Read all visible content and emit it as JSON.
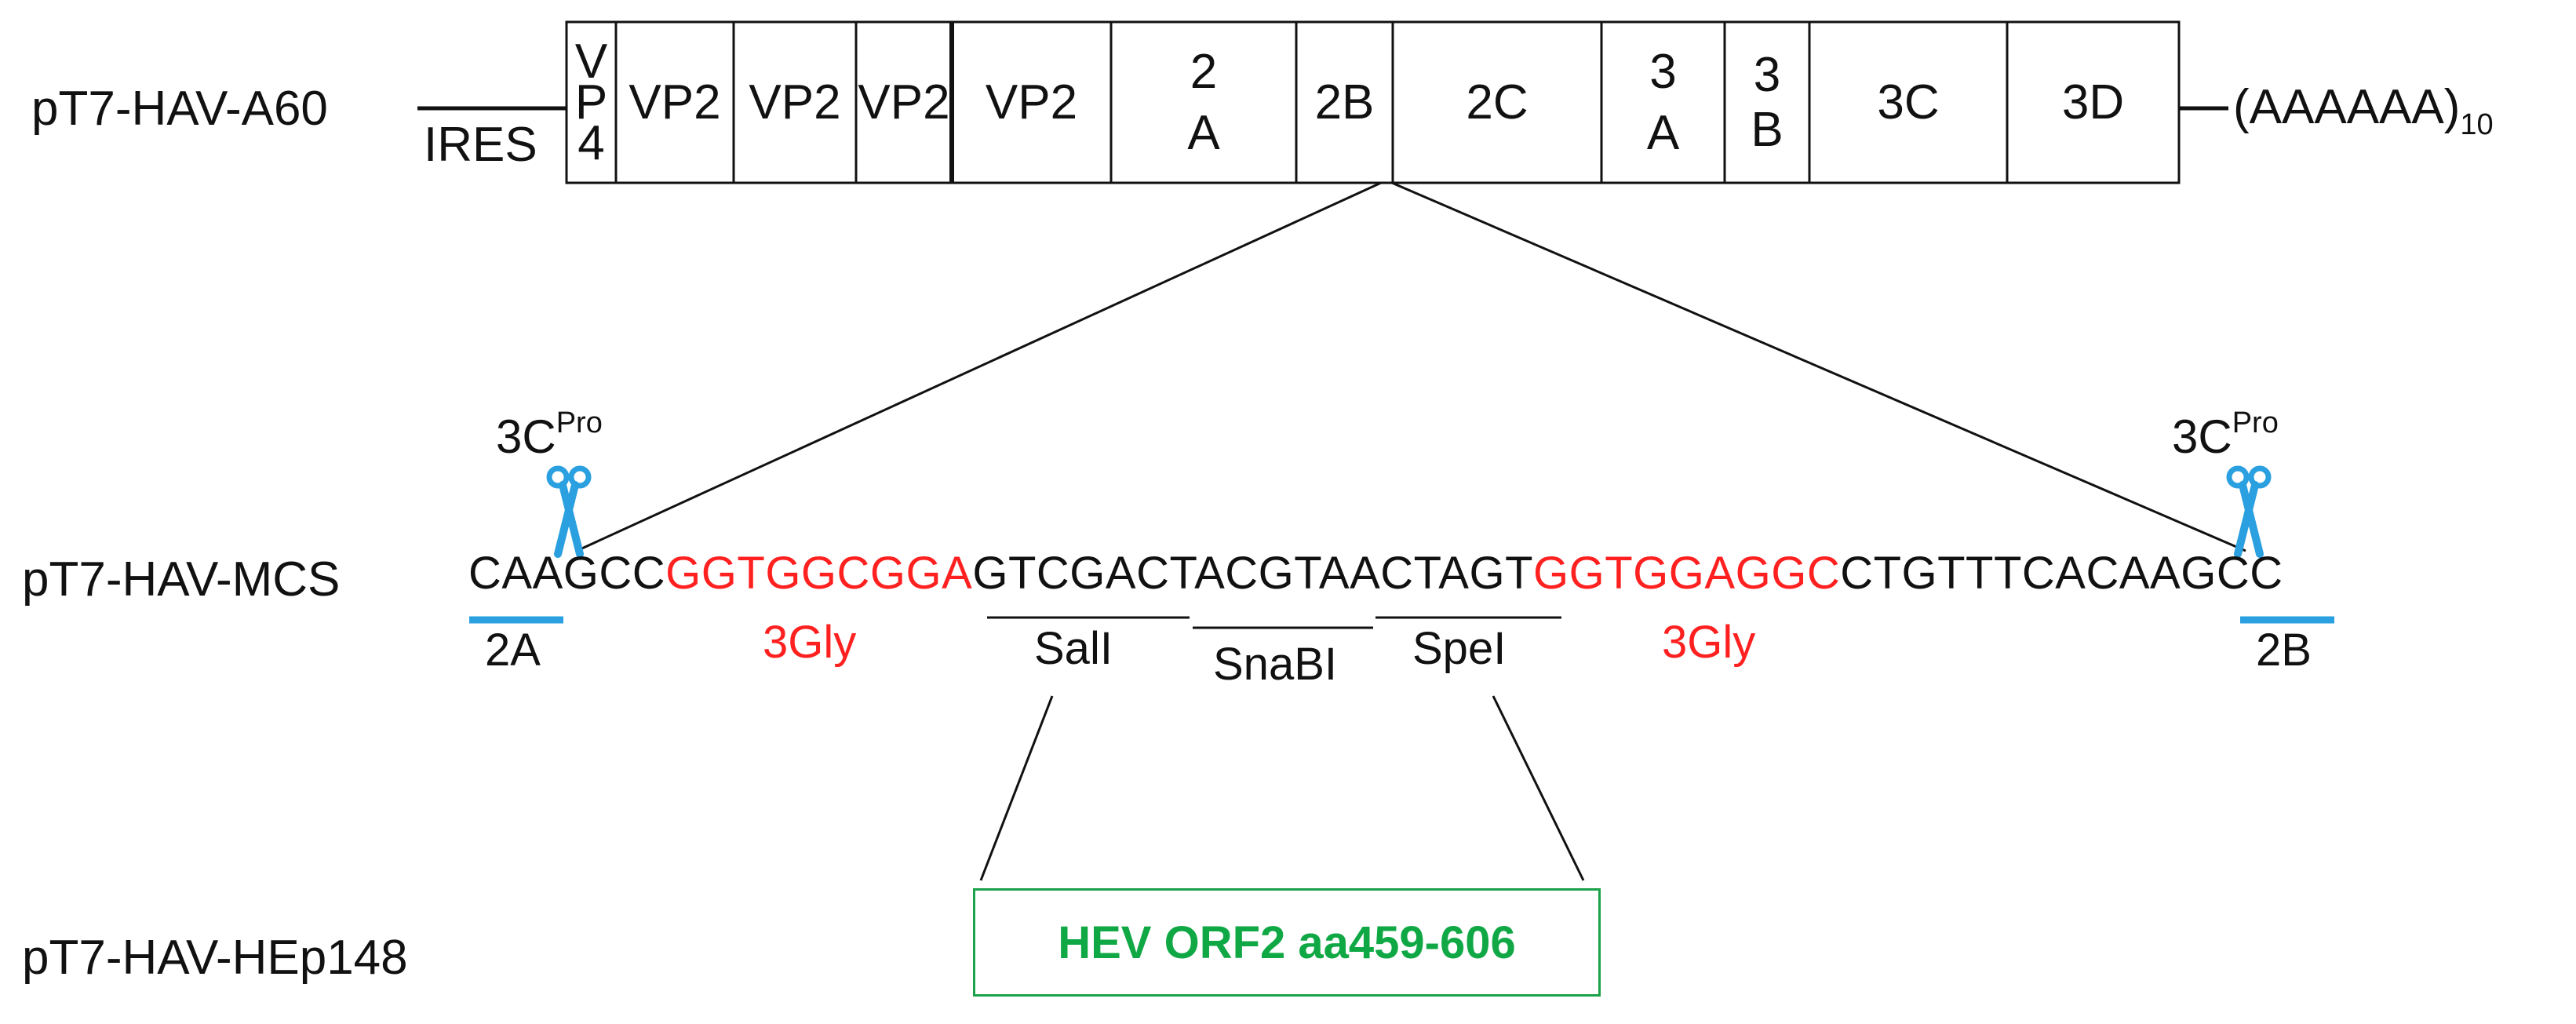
{
  "rows": {
    "a60": "pT7-HAV-A60",
    "mcs": "pT7-HAV-MCS",
    "hep148": "pT7-HAV-HEp148"
  },
  "genome": {
    "ires": "IRES",
    "poly_a": "(AAAAAA)",
    "poly_a_sub": "10",
    "segments": [
      {
        "label": "V P 4",
        "small": true
      },
      {
        "label": "VP2"
      },
      {
        "label": "VP2"
      },
      {
        "label": "VP2"
      },
      {
        "label": "VP2"
      },
      {
        "label": "2 A"
      },
      {
        "label": "2B"
      },
      {
        "label": "2C"
      },
      {
        "label": "3 A"
      },
      {
        "label": "3 B",
        "small": true
      },
      {
        "label": "3C"
      },
      {
        "label": "3D"
      }
    ]
  },
  "mcs": {
    "sequence": [
      {
        "text": "CAAGCC",
        "red": false
      },
      {
        "text": "GGTGGCGGA",
        "red": true
      },
      {
        "text": "GTCGACTACGTAACTAGT",
        "red": false
      },
      {
        "text": "GGTGGAGGC",
        "red": true
      },
      {
        "text": "CTGTTTCACAAGCC",
        "red": false
      }
    ],
    "annotations": {
      "left_domain": "2A",
      "right_domain": "2B",
      "gly_left": "3Gly",
      "gly_right": "3Gly",
      "sali": "SalI",
      "snabi": "SnaBI",
      "spei": "SpeI"
    },
    "protease": {
      "base": "3C",
      "sup": "Pro"
    }
  },
  "hev_box": "HEV ORF2 aa459-606",
  "colors": {
    "scissors": "#2aa0e0",
    "red_text": "#ff2020",
    "green_box": "#1aa24a"
  }
}
